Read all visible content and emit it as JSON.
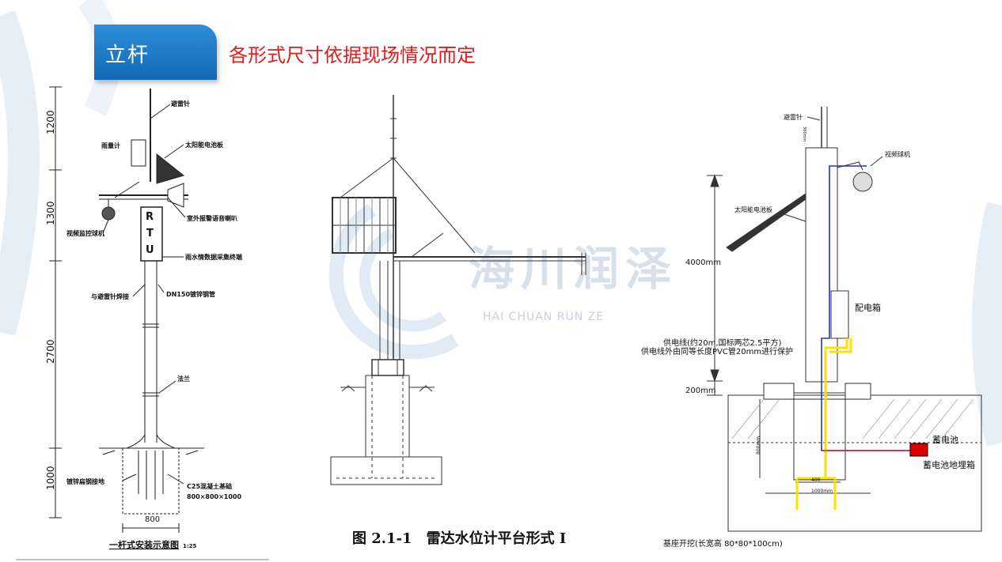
{
  "header": {
    "tab_title": "立杆",
    "subtitle": "各形式尺寸依据现场情况而定"
  },
  "watermark": {
    "cn": "海川润泽",
    "en": "HAI CHUAN RUN ZE"
  },
  "left_diagram": {
    "dims": [
      "1200",
      "1300",
      "2700",
      "1000"
    ],
    "labels": {
      "lightning_rod": "避雷针",
      "rain_gauge": "雨量计",
      "solar_panel": "太阳能电池板",
      "rtu": "R T U",
      "speaker": "室外报警语音喇叭",
      "camera": "视频监控球机",
      "collector": "雨水情数据采集终端",
      "weld": "与避雷针焊接",
      "pipe": "DN150镀锌钢管",
      "flange": "法兰",
      "ground": "镀锌扁钢接地",
      "foundation": "C25混凝土基础",
      "foundation_size": "800×800×1000",
      "base_width": "800"
    },
    "caption": "一杆式安装示意图",
    "scale": "1:25"
  },
  "middle_diagram": {
    "caption": "图 2.1-1　雷达水位计平台形式 I"
  },
  "right_diagram": {
    "labels": {
      "lightning_rod": "避雷针",
      "camera": "视频球机",
      "solar": "太阳能电池板",
      "height": "4000mm",
      "dist_box": "配电箱",
      "cable1": "供电线(约20m,国标两芯2.5平方)",
      "cable2": "供电线外由同等长度PVC管20mm进行保护",
      "depth": "200mm",
      "battery": "蓄电池",
      "battery_box": "蓄电池地埋箱",
      "w400": "400",
      "w1000": "1000mm",
      "d800": "800mm",
      "top_len": "300mm"
    },
    "caption": "基座开挖(长宽高 80*80*100cm)"
  },
  "colors": {
    "tab": "#1a74c0",
    "subtitle": "#e41b1b",
    "wire_blue": "#2233cc",
    "wire_yellow": "#ffe000",
    "wire_red": "#e02020",
    "battery": "#dd0000"
  }
}
